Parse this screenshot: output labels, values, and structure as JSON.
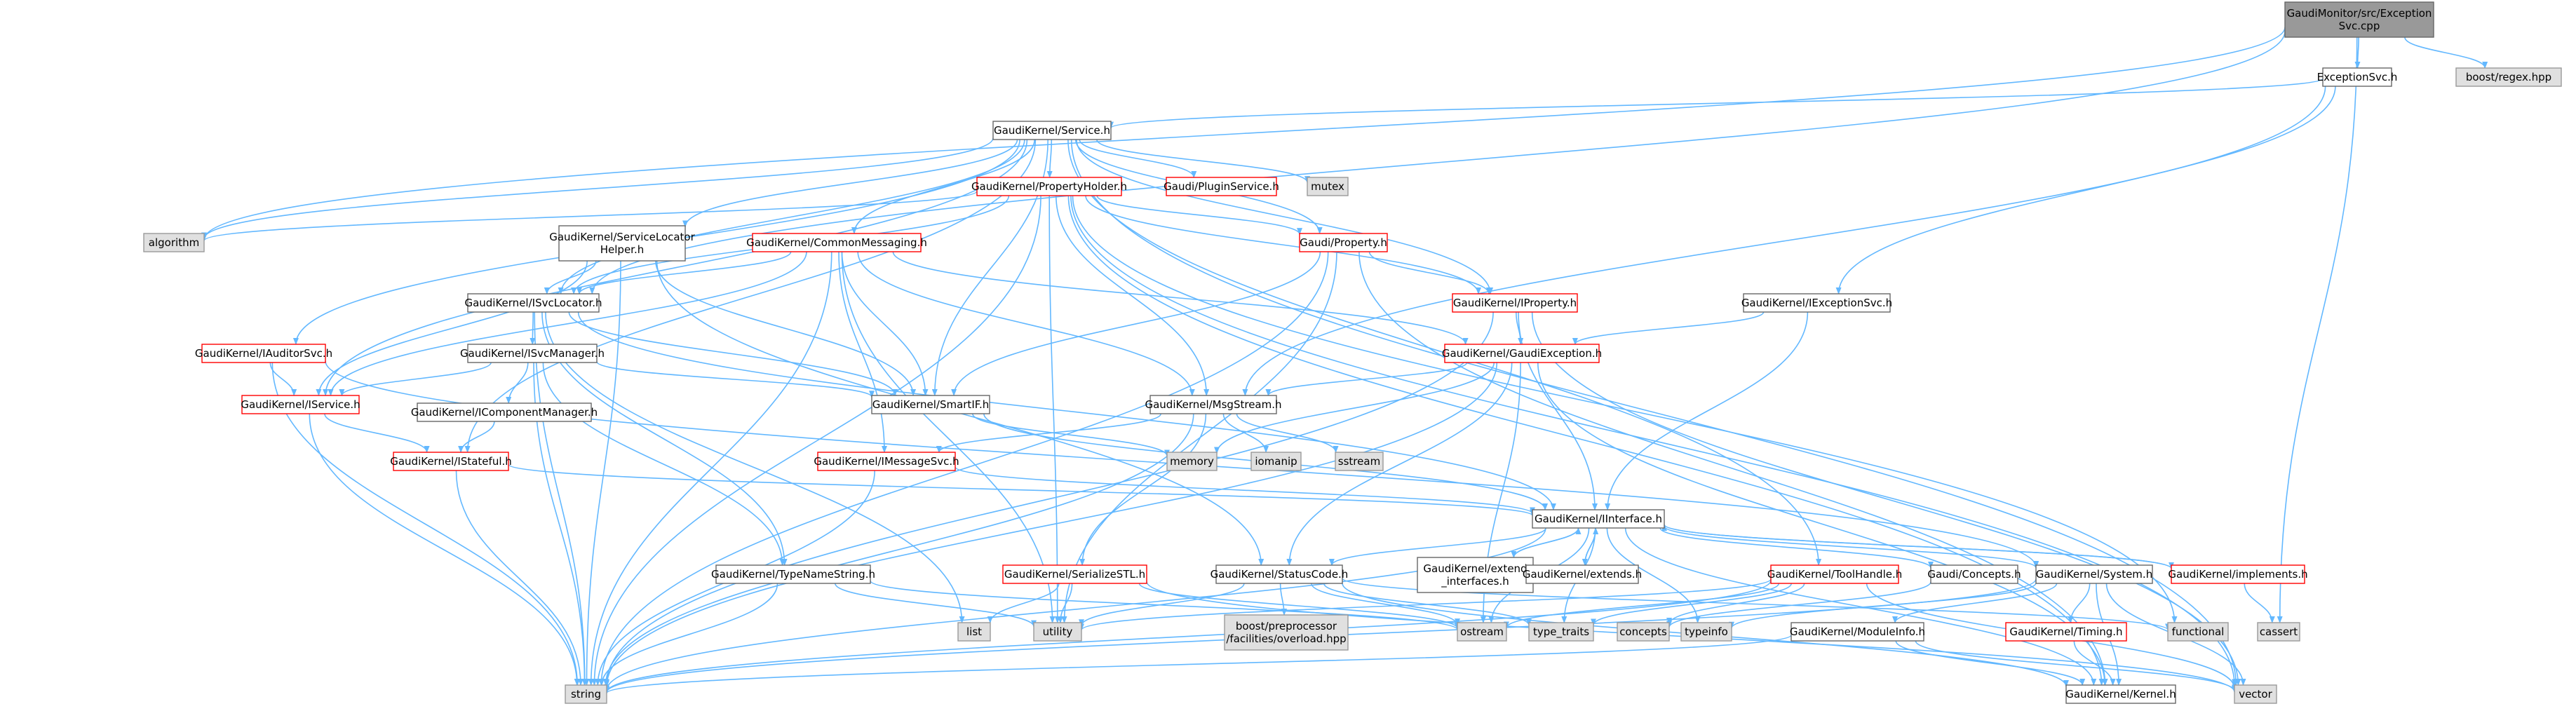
{
  "colors": {
    "root_fill": "#999999",
    "root_border": "#666666",
    "normal_fill": "#ffffff",
    "normal_border": "#666666",
    "truncated_border": "#ff0000",
    "system_fill": "#e0e0e0",
    "system_border": "#999999",
    "text": "#000000",
    "edge": "#63b8ff"
  },
  "nodes": [
    {
      "id": "root",
      "lines": [
        "GaudiMonitor/src/Exception",
        "Svc.cpp"
      ],
      "kind": "root"
    },
    {
      "id": "exceptionsvc_h",
      "lines": [
        "ExceptionSvc.h"
      ],
      "kind": "normal"
    },
    {
      "id": "boost_regex",
      "lines": [
        "boost/regex.hpp"
      ],
      "kind": "system"
    },
    {
      "id": "service_h",
      "lines": [
        "GaudiKernel/Service.h"
      ],
      "kind": "normal"
    },
    {
      "id": "propertyholder",
      "lines": [
        "GaudiKernel/PropertyHolder.h"
      ],
      "kind": "truncated"
    },
    {
      "id": "pluginservice",
      "lines": [
        "Gaudi/PluginService.h"
      ],
      "kind": "truncated"
    },
    {
      "id": "mutex",
      "lines": [
        "mutex"
      ],
      "kind": "system"
    },
    {
      "id": "algorithm",
      "lines": [
        "algorithm"
      ],
      "kind": "system"
    },
    {
      "id": "servicelocatorhelper",
      "lines": [
        "GaudiKernel/ServiceLocator",
        "Helper.h"
      ],
      "kind": "normal"
    },
    {
      "id": "commonmessaging",
      "lines": [
        "GaudiKernel/CommonMessaging.h"
      ],
      "kind": "truncated"
    },
    {
      "id": "property",
      "lines": [
        "Gaudi/Property.h"
      ],
      "kind": "truncated"
    },
    {
      "id": "isvclocator",
      "lines": [
        "GaudiKernel/ISvcLocator.h"
      ],
      "kind": "normal"
    },
    {
      "id": "iproperty",
      "lines": [
        "GaudiKernel/IProperty.h"
      ],
      "kind": "truncated"
    },
    {
      "id": "iexceptionsvc",
      "lines": [
        "GaudiKernel/IExceptionSvc.h"
      ],
      "kind": "normal"
    },
    {
      "id": "iauditorsvc",
      "lines": [
        "GaudiKernel/IAuditorSvc.h"
      ],
      "kind": "truncated"
    },
    {
      "id": "isvcmanager",
      "lines": [
        "GaudiKernel/ISvcManager.h"
      ],
      "kind": "normal"
    },
    {
      "id": "gaudiexception",
      "lines": [
        "GaudiKernel/GaudiException.h"
      ],
      "kind": "truncated"
    },
    {
      "id": "iservice",
      "lines": [
        "GaudiKernel/IService.h"
      ],
      "kind": "truncated"
    },
    {
      "id": "icomponentmanager",
      "lines": [
        "GaudiKernel/IComponentManager.h"
      ],
      "kind": "normal"
    },
    {
      "id": "smartif",
      "lines": [
        "GaudiKernel/SmartIF.h"
      ],
      "kind": "normal"
    },
    {
      "id": "msgstream",
      "lines": [
        "GaudiKernel/MsgStream.h"
      ],
      "kind": "normal"
    },
    {
      "id": "istateful",
      "lines": [
        "GaudiKernel/IStateful.h"
      ],
      "kind": "truncated"
    },
    {
      "id": "memory",
      "lines": [
        "memory"
      ],
      "kind": "system"
    },
    {
      "id": "iomanip",
      "lines": [
        "iomanip"
      ],
      "kind": "system"
    },
    {
      "id": "sstream",
      "lines": [
        "sstream"
      ],
      "kind": "system"
    },
    {
      "id": "imessagesvc",
      "lines": [
        "GaudiKernel/IMessageSvc.h"
      ],
      "kind": "truncated"
    },
    {
      "id": "iinterface",
      "lines": [
        "GaudiKernel/IInterface.h"
      ],
      "kind": "normal"
    },
    {
      "id": "serializestl",
      "lines": [
        "GaudiKernel/SerializeSTL.h"
      ],
      "kind": "truncated"
    },
    {
      "id": "typenamestring",
      "lines": [
        "GaudiKernel/TypeNameString.h"
      ],
      "kind": "normal"
    },
    {
      "id": "statuscode",
      "lines": [
        "GaudiKernel/StatusCode.h"
      ],
      "kind": "normal"
    },
    {
      "id": "extend_interfaces",
      "lines": [
        "GaudiKernel/extend",
        "_interfaces.h"
      ],
      "kind": "normal"
    },
    {
      "id": "extends",
      "lines": [
        "GaudiKernel/extends.h"
      ],
      "kind": "normal"
    },
    {
      "id": "toolhandle",
      "lines": [
        "GaudiKernel/ToolHandle.h"
      ],
      "kind": "truncated"
    },
    {
      "id": "concepts_h",
      "lines": [
        "Gaudi/Concepts.h"
      ],
      "kind": "normal"
    },
    {
      "id": "system_h",
      "lines": [
        "GaudiKernel/System.h"
      ],
      "kind": "normal"
    },
    {
      "id": "implements",
      "lines": [
        "GaudiKernel/implements.h"
      ],
      "kind": "truncated"
    },
    {
      "id": "list",
      "lines": [
        "list"
      ],
      "kind": "system"
    },
    {
      "id": "utility",
      "lines": [
        "utility"
      ],
      "kind": "system"
    },
    {
      "id": "boost_overload",
      "lines": [
        "boost/preprocessor",
        "/facilities/overload.hpp"
      ],
      "kind": "system"
    },
    {
      "id": "ostream",
      "lines": [
        "ostream"
      ],
      "kind": "system"
    },
    {
      "id": "type_traits",
      "lines": [
        "type_traits"
      ],
      "kind": "system"
    },
    {
      "id": "concepts",
      "lines": [
        "concepts"
      ],
      "kind": "system"
    },
    {
      "id": "typeinfo",
      "lines": [
        "typeinfo"
      ],
      "kind": "system"
    },
    {
      "id": "functional",
      "lines": [
        "functional"
      ],
      "kind": "system"
    },
    {
      "id": "cassert",
      "lines": [
        "cassert"
      ],
      "kind": "system"
    },
    {
      "id": "moduleinfo",
      "lines": [
        "GaudiKernel/ModuleInfo.h"
      ],
      "kind": "normal"
    },
    {
      "id": "timing",
      "lines": [
        "GaudiKernel/Timing.h"
      ],
      "kind": "truncated"
    },
    {
      "id": "string",
      "lines": [
        "string"
      ],
      "kind": "system"
    },
    {
      "id": "kernel",
      "lines": [
        "GaudiKernel/Kernel.h"
      ],
      "kind": "normal"
    },
    {
      "id": "vector",
      "lines": [
        "vector"
      ],
      "kind": "system"
    }
  ],
  "edges": [
    [
      "root",
      "exceptionsvc_h"
    ],
    [
      "root",
      "boost_regex"
    ],
    [
      "root",
      "algorithm"
    ],
    [
      "root",
      "isvclocator"
    ],
    [
      "root",
      "cassert"
    ],
    [
      "exceptionsvc_h",
      "service_h"
    ],
    [
      "exceptionsvc_h",
      "iexceptionsvc"
    ],
    [
      "exceptionsvc_h",
      "msgstream"
    ],
    [
      "service_h",
      "propertyholder"
    ],
    [
      "service_h",
      "pluginservice"
    ],
    [
      "service_h",
      "mutex"
    ],
    [
      "service_h",
      "servicelocatorhelper"
    ],
    [
      "service_h",
      "commonmessaging"
    ],
    [
      "service_h",
      "property"
    ],
    [
      "service_h",
      "isvclocator"
    ],
    [
      "service_h",
      "iproperty"
    ],
    [
      "service_h",
      "iauditorsvc"
    ],
    [
      "service_h",
      "iservice"
    ],
    [
      "service_h",
      "smartif"
    ],
    [
      "service_h",
      "toolhandle"
    ],
    [
      "service_h",
      "istateful"
    ],
    [
      "service_h",
      "vector"
    ],
    [
      "service_h",
      "algorithm"
    ],
    [
      "propertyholder",
      "algorithm"
    ],
    [
      "propertyholder",
      "property"
    ],
    [
      "propertyholder",
      "iproperty"
    ],
    [
      "propertyholder",
      "isvclocator"
    ],
    [
      "propertyholder",
      "msgstream"
    ],
    [
      "propertyholder",
      "functional"
    ],
    [
      "propertyholder",
      "string"
    ],
    [
      "propertyholder",
      "utility"
    ],
    [
      "propertyholder",
      "vector"
    ],
    [
      "propertyholder",
      "kernel"
    ],
    [
      "servicelocatorhelper",
      "isvclocator"
    ],
    [
      "servicelocatorhelper",
      "iservice"
    ],
    [
      "servicelocatorhelper",
      "smartif"
    ],
    [
      "servicelocatorhelper",
      "string"
    ],
    [
      "servicelocatorhelper",
      "statuscode"
    ],
    [
      "commonmessaging",
      "isvclocator"
    ],
    [
      "commonmessaging",
      "imessagesvc"
    ],
    [
      "commonmessaging",
      "msgstream"
    ],
    [
      "commonmessaging",
      "smartif"
    ],
    [
      "commonmessaging",
      "gaudiexception"
    ],
    [
      "commonmessaging",
      "iservice"
    ],
    [
      "commonmessaging",
      "utility"
    ],
    [
      "commonmessaging",
      "string"
    ],
    [
      "property",
      "iproperty"
    ],
    [
      "property",
      "smartif"
    ],
    [
      "property",
      "utility"
    ],
    [
      "property",
      "string"
    ],
    [
      "property",
      "kernel"
    ],
    [
      "isvclocator",
      "isvcmanager"
    ],
    [
      "isvclocator",
      "smartif"
    ],
    [
      "isvclocator",
      "typenamestring"
    ],
    [
      "isvclocator",
      "iinterface"
    ],
    [
      "isvclocator",
      "list"
    ],
    [
      "isvclocator",
      "string"
    ],
    [
      "iproperty",
      "gaudiexception"
    ],
    [
      "iproperty",
      "iinterface"
    ],
    [
      "iproperty",
      "string"
    ],
    [
      "iproperty",
      "vector"
    ],
    [
      "iexceptionsvc",
      "gaudiexception"
    ],
    [
      "iexceptionsvc",
      "iinterface"
    ],
    [
      "iauditorsvc",
      "iservice"
    ],
    [
      "iauditorsvc",
      "system_h"
    ],
    [
      "iauditorsvc",
      "string"
    ],
    [
      "isvcmanager",
      "icomponentmanager"
    ],
    [
      "isvcmanager",
      "iservice"
    ],
    [
      "isvcmanager",
      "smartif"
    ],
    [
      "isvcmanager",
      "typenamestring"
    ],
    [
      "isvcmanager",
      "string"
    ],
    [
      "gaudiexception",
      "msgstream"
    ],
    [
      "gaudiexception",
      "statuscode"
    ],
    [
      "gaudiexception",
      "memory"
    ],
    [
      "gaudiexception",
      "string"
    ],
    [
      "gaudiexception",
      "ostream"
    ],
    [
      "gaudiexception",
      "kernel"
    ],
    [
      "iservice",
      "istateful"
    ],
    [
      "iservice",
      "string"
    ],
    [
      "icomponentmanager",
      "istateful"
    ],
    [
      "smartif",
      "iinterface"
    ],
    [
      "smartif",
      "memory"
    ],
    [
      "msgstream",
      "imessagesvc"
    ],
    [
      "msgstream",
      "serializestl"
    ],
    [
      "msgstream",
      "iomanip"
    ],
    [
      "msgstream",
      "sstream"
    ],
    [
      "msgstream",
      "string"
    ],
    [
      "istateful",
      "iinterface"
    ],
    [
      "istateful",
      "string"
    ],
    [
      "imessagesvc",
      "iinterface"
    ],
    [
      "imessagesvc",
      "string"
    ],
    [
      "iinterface",
      "statuscode"
    ],
    [
      "iinterface",
      "extend_interfaces"
    ],
    [
      "iinterface",
      "extends"
    ],
    [
      "iinterface",
      "concepts_h"
    ],
    [
      "iinterface",
      "system_h"
    ],
    [
      "iinterface",
      "implements"
    ],
    [
      "iinterface",
      "ostream"
    ],
    [
      "iinterface",
      "type_traits"
    ],
    [
      "iinterface",
      "typeinfo"
    ],
    [
      "iinterface",
      "kernel"
    ],
    [
      "iinterface",
      "string"
    ],
    [
      "serializestl",
      "list"
    ],
    [
      "serializestl",
      "utility"
    ],
    [
      "serializestl",
      "ostream"
    ],
    [
      "serializestl",
      "vector"
    ],
    [
      "typenamestring",
      "utility"
    ],
    [
      "typenamestring",
      "string"
    ],
    [
      "typenamestring",
      "ostream"
    ],
    [
      "statuscode",
      "boost_overload"
    ],
    [
      "statuscode",
      "ostream"
    ],
    [
      "statuscode",
      "type_traits"
    ],
    [
      "statuscode",
      "utility"
    ],
    [
      "statuscode",
      "functional"
    ],
    [
      "statuscode",
      "kernel"
    ],
    [
      "extend_interfaces",
      "iinterface"
    ],
    [
      "extends",
      "iinterface"
    ],
    [
      "toolhandle",
      "concepts"
    ],
    [
      "toolhandle",
      "type_traits"
    ],
    [
      "toolhandle",
      "utility"
    ],
    [
      "toolhandle",
      "ostream"
    ],
    [
      "toolhandle",
      "string"
    ],
    [
      "toolhandle",
      "vector"
    ],
    [
      "concepts_h",
      "concepts"
    ],
    [
      "system_h",
      "moduleinfo"
    ],
    [
      "system_h",
      "timing"
    ],
    [
      "system_h",
      "kernel"
    ],
    [
      "system_h",
      "typeinfo"
    ],
    [
      "system_h",
      "string"
    ],
    [
      "system_h",
      "vector"
    ],
    [
      "implements",
      "iinterface"
    ],
    [
      "implements",
      "cassert"
    ],
    [
      "moduleinfo",
      "string"
    ],
    [
      "moduleinfo",
      "vector"
    ],
    [
      "moduleinfo",
      "kernel"
    ],
    [
      "timing",
      "kernel"
    ]
  ]
}
